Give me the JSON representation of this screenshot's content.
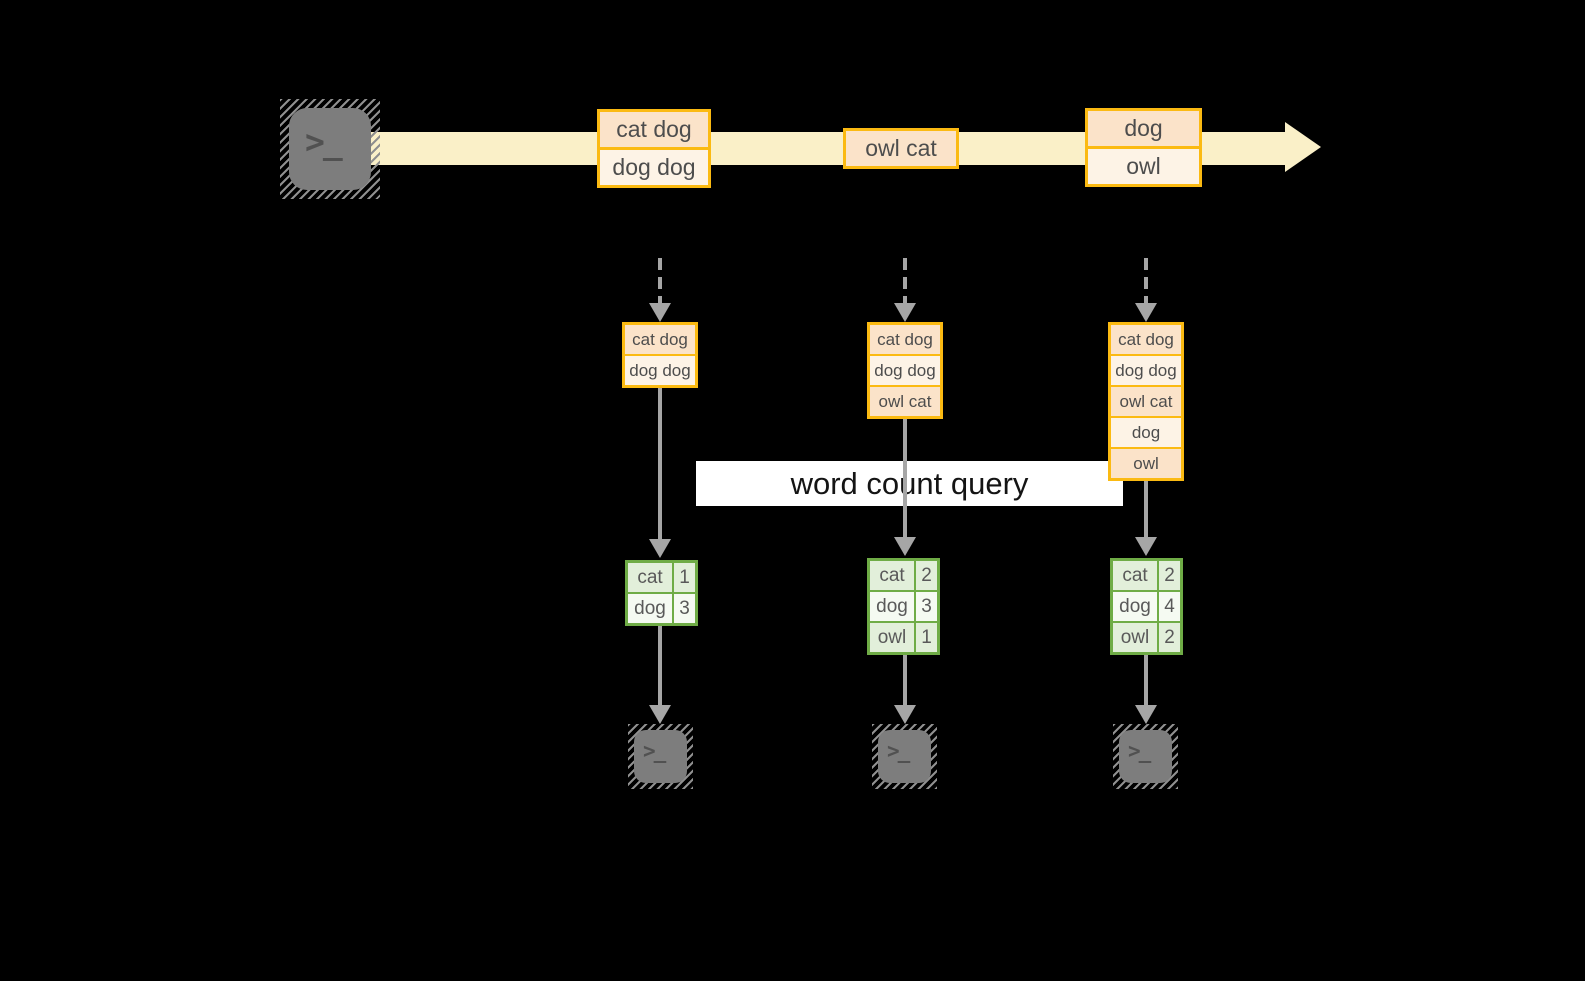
{
  "banner": {
    "label": "word count query"
  },
  "icons": {
    "terminal_glyph": ">_"
  },
  "stream": {
    "batches": [
      {
        "cells": [
          "cat dog",
          "dog dog"
        ]
      },
      {
        "cells": [
          "owl cat"
        ]
      },
      {
        "cells": [
          "dog",
          "owl"
        ]
      }
    ]
  },
  "micro_batches": [
    {
      "input": [
        "cat dog",
        "dog dog"
      ],
      "counts": {
        "rows": [
          [
            "cat",
            "1"
          ],
          [
            "dog",
            "3"
          ]
        ]
      }
    },
    {
      "input": [
        "cat dog",
        "dog dog",
        "owl cat"
      ],
      "counts": {
        "rows": [
          [
            "cat",
            "2"
          ],
          [
            "dog",
            "3"
          ],
          [
            "owl",
            "1"
          ]
        ]
      }
    },
    {
      "input": [
        "cat dog",
        "dog dog",
        "owl cat",
        "dog",
        "owl"
      ],
      "counts": {
        "rows": [
          [
            "cat",
            "2"
          ],
          [
            "dog",
            "4"
          ],
          [
            "owl",
            "2"
          ]
        ]
      }
    }
  ],
  "colors": {
    "background": "#000000",
    "stream_band": "#FAF0C8",
    "batch_border": "#FBBA12",
    "batch_fill_a": "#FBE3C9",
    "batch_fill_b": "#FDF3E6",
    "table_border": "#6FAC46",
    "table_fill_a": "#E2EFDA",
    "table_fill_b": "#F5FAF2",
    "arrow_gray": "#A6A6A6",
    "terminal_gray": "#7D7D7D",
    "banner_bg": "#FFFFFF"
  }
}
